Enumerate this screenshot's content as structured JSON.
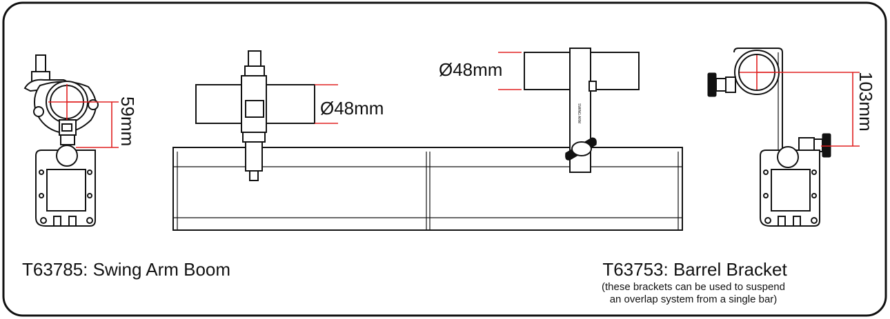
{
  "left_product": {
    "label": "T63785: Swing Arm Boom"
  },
  "right_product": {
    "label": "T63753: Barrel Bracket",
    "note_line1": "(these brackets can be used to suspend",
    "note_line2": "an overlap system from a single bar)"
  },
  "dimensions": {
    "clamp_offset": "59mm",
    "tube_diameter_left": "Ø48mm",
    "tube_diameter_right": "Ø48mm",
    "bracket_offset": "103mm"
  },
  "colors": {
    "dimension_lines": "#e02020",
    "outline": "#111111",
    "background": "#ffffff"
  }
}
